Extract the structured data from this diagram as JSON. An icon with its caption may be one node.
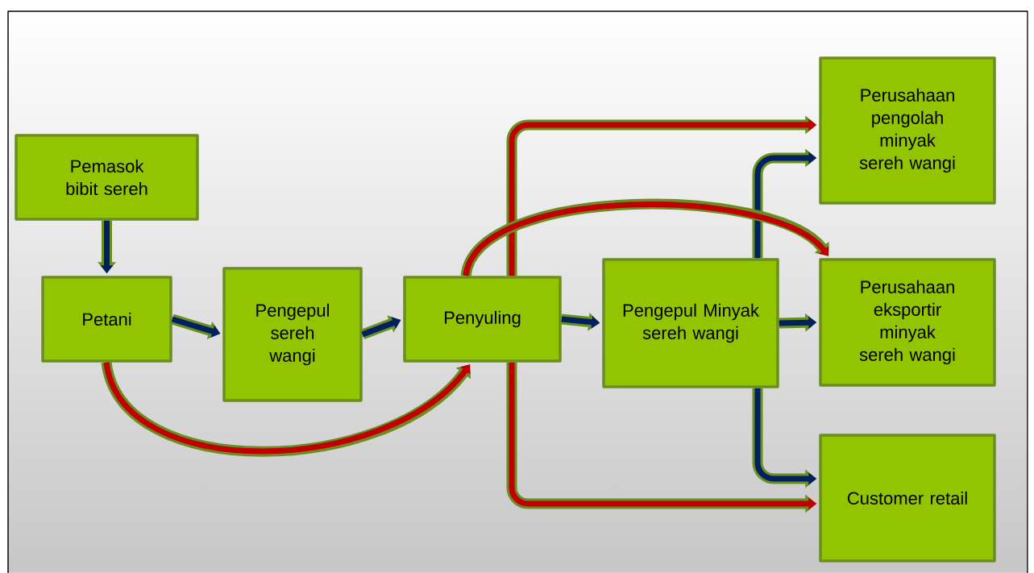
{
  "diagram": {
    "nodes": [
      {
        "text": [
          "Pemasok bibit sereh"
        ]
      },
      {
        "text": [
          "Petani"
        ]
      },
      {
        "text": [
          "Pengepul sereh wangi"
        ]
      },
      {
        "text": [
          "Penyuling"
        ]
      },
      {
        "text": [
          "Pengepul Minyak sereh wangi"
        ]
      },
      {
        "text": [
          "Perusahaan pengolah minyak sereh wangi"
        ]
      },
      {
        "text": [
          "Perusahaan eksportir minyak sereh wangi"
        ]
      },
      {
        "text": [
          "Customer retail"
        ]
      }
    ],
    "edges": [
      {
        "from": 0,
        "to": 1,
        "arrow": "to"
      },
      {
        "from": 1,
        "to": 2,
        "arrow": "to"
      },
      {
        "from": 2,
        "to": 3,
        "arrow": "to"
      },
      {
        "from": 3,
        "to": 4,
        "arrow": "to"
      },
      {
        "from": 4,
        "to": 5,
        "arrow": "to"
      },
      {
        "from": 4,
        "to": 6,
        "arrow": "to"
      },
      {
        "from": 4,
        "to": 7,
        "arrow": "to"
      },
      {
        "from": 1,
        "to": 3,
        "arrow": "to",
        "color": "#c00000"
      },
      {
        "from": 3,
        "to": 5,
        "arrow": "to",
        "color": "#c00000"
      },
      {
        "from": 3,
        "to": 6,
        "arrow": "to",
        "color": "#c00000"
      },
      {
        "from": 3,
        "to": 7,
        "arrow": "to",
        "color": "#c00000"
      }
    ]
  }
}
